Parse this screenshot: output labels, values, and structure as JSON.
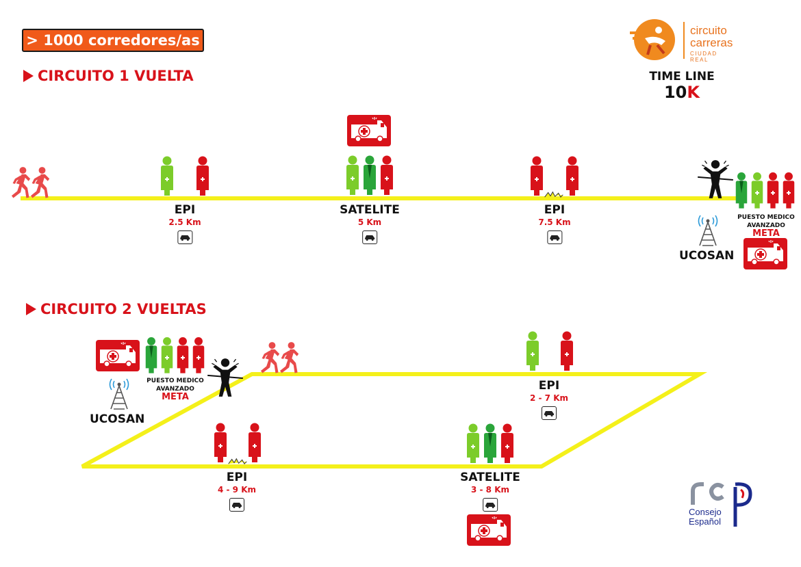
{
  "header": {
    "runners_badge": "> 1000 corredores/as",
    "logo_line1": "circuito",
    "logo_line2": "carreras",
    "logo_line3": "CIUDAD REAL",
    "timeline_label": "TIME LINE",
    "distance_number": "10",
    "distance_unit": "K"
  },
  "circuit1": {
    "title": "CIRCUITO 1 VUELTA",
    "stations": [
      {
        "name": "EPI",
        "km": "2.5 Km"
      },
      {
        "name": "SATELITE",
        "km": "5 Km"
      },
      {
        "name": "EPI",
        "km": "7.5 Km"
      }
    ],
    "finish": {
      "line1": "PUESTO MEDICO",
      "line2": "AVANZADO",
      "meta": "META",
      "comms": "UCOSAN"
    }
  },
  "circuit2": {
    "title": "CIRCUITO 2 VUELTAS",
    "stations": [
      {
        "name": "EPI",
        "km": "2 - 7 Km"
      },
      {
        "name": "EPI",
        "km": "4 - 9 Km"
      },
      {
        "name": "SATELITE",
        "km": "3 - 8 Km"
      }
    ],
    "finish": {
      "line1": "PUESTO MEDICO",
      "line2": "AVANZADO",
      "meta": "META",
      "comms": "UCOSAN"
    }
  },
  "footer_logo": {
    "letters": "rcp",
    "line1": "Consejo",
    "line2": "Español"
  },
  "colors": {
    "red": "#d8121a",
    "green": "#7ccc2a",
    "dark_green": "#2aa53a",
    "track": "#f4f01a",
    "orange": "#f05a1a",
    "logo_orange": "#f08a1f",
    "rcp_blue": "#1b2a8c",
    "rcp_gray": "#8a92a0"
  }
}
